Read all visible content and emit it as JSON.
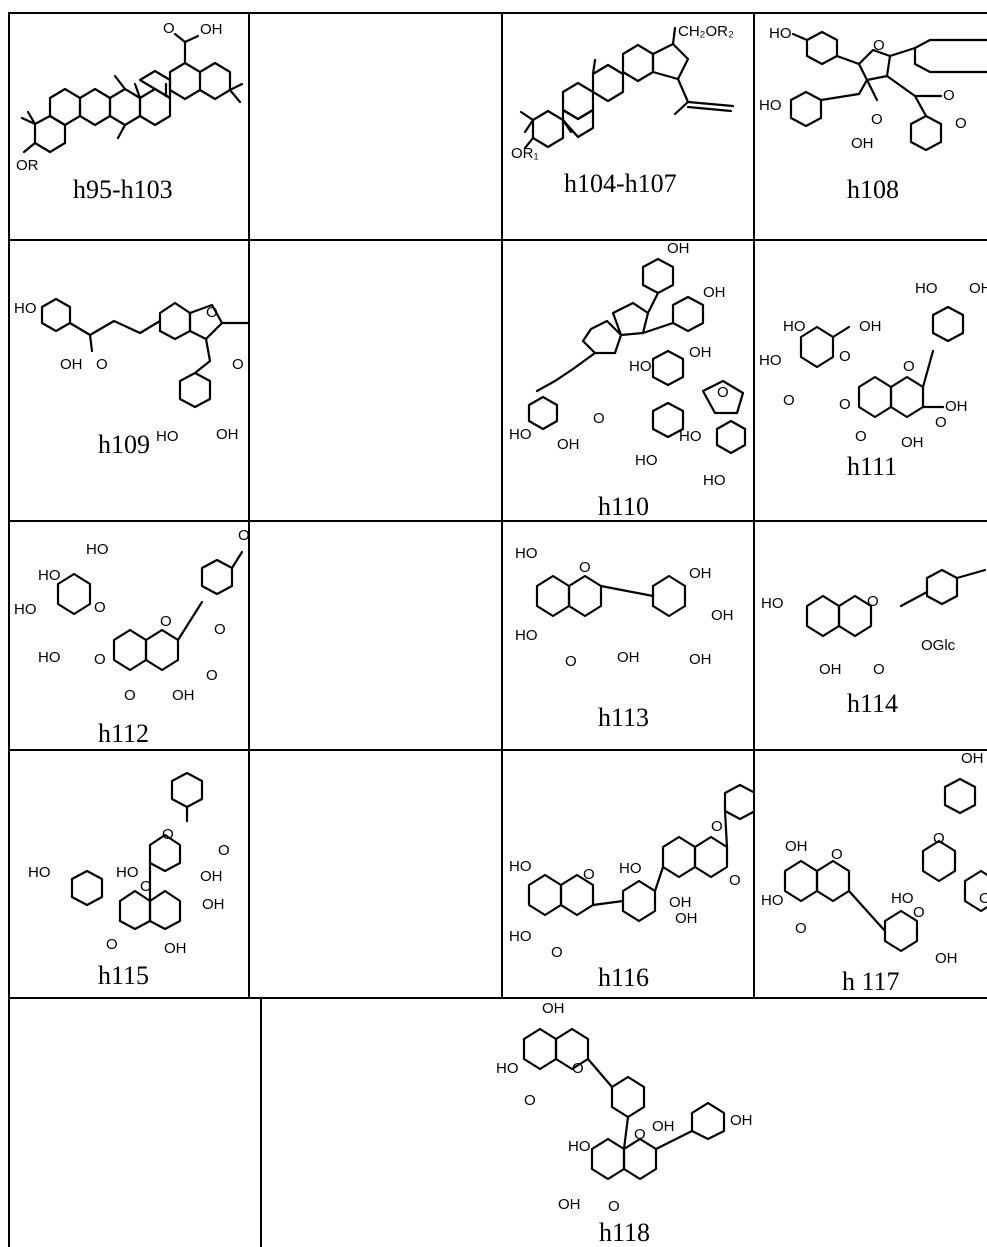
{
  "table": {
    "rows": [
      {
        "cells": [
          {
            "label": "h95-h103",
            "atoms": [
              "O",
              "OH",
              "OR"
            ]
          },
          {
            "label": ""
          },
          {
            "label": "h104-h107",
            "atoms": [
              "CH₂OR₂",
              "OR₁"
            ]
          },
          {
            "label": "h108",
            "atoms": [
              "HO",
              "O",
              "O",
              "O",
              "HO",
              "OH",
              "O"
            ]
          }
        ]
      },
      {
        "cells": [
          {
            "label": "h109",
            "atoms": [
              "HO",
              "OH",
              "O",
              "O",
              "O",
              "OH",
              "HO"
            ]
          },
          {
            "label": ""
          },
          {
            "label": "h110",
            "atoms": [
              "OH",
              "OH",
              "HO",
              "OH",
              "O",
              "O",
              "HO",
              "OH",
              "HO",
              "HO"
            ]
          },
          {
            "label": "h111",
            "atoms": [
              "HO",
              "OH",
              "OH",
              "HO",
              "HO",
              "O",
              "O",
              "O",
              "O",
              "OH",
              "O",
              "O",
              "OH"
            ]
          }
        ]
      },
      {
        "cells": [
          {
            "label": "h112",
            "atoms": [
              "HO",
              "HO",
              "HO",
              "O",
              "HO",
              "O",
              "O",
              "O",
              "O",
              "O",
              "OH",
              "O"
            ]
          },
          {
            "label": ""
          },
          {
            "label": "h113",
            "atoms": [
              "HO",
              "O",
              "HO",
              "O",
              "OH",
              "OH",
              "OH",
              "OH"
            ]
          },
          {
            "label": "h114",
            "atoms": [
              "HO",
              "O",
              "OGlc",
              "OH",
              "O"
            ]
          }
        ]
      },
      {
        "cells": [
          {
            "label": "h115",
            "atoms": [
              "O",
              "O",
              "HO",
              "HO",
              "OH",
              "O",
              "OH",
              "O",
              "OH"
            ]
          },
          {
            "label": ""
          },
          {
            "label": "h116",
            "atoms": [
              "O",
              "HO",
              "HO",
              "O",
              "O",
              "HO",
              "O",
              "OH",
              "OH"
            ]
          },
          {
            "label": "h 117",
            "atoms": [
              "OH",
              "OH",
              "O",
              "O",
              "HO",
              "HO",
              "O",
              "O",
              "O",
              "OH"
            ]
          }
        ]
      },
      {
        "cells": [
          {
            "label": ""
          },
          {
            "label": "h118",
            "atoms": [
              "OH",
              "HO",
              "O",
              "O",
              "OH",
              "OH",
              "HO",
              "O",
              "OH",
              "O"
            ]
          }
        ]
      }
    ]
  }
}
